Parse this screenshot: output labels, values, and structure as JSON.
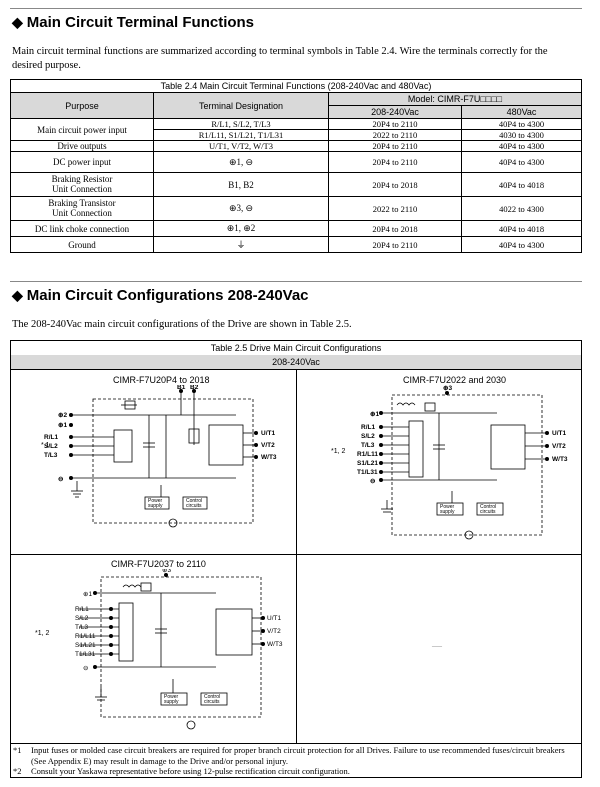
{
  "sections": {
    "s1_title": "Main Circuit Terminal Functions",
    "s1_text": "Main circuit terminal functions are summarized according to terminal symbols in Table 2.4. Wire the terminals correctly for the desired purpose.",
    "s2_title": "Main Circuit Configurations 208-240Vac",
    "s2_text": "The 208-240Vac main circuit configurations of the Drive are shown in Table 2.5."
  },
  "table24": {
    "caption": "Table 2.4   Main Circuit Terminal Functions (208-240Vac and 480Vac)",
    "col_purpose": "Purpose",
    "col_terminal": "Terminal Designation",
    "col_model": "Model: CIMR-F7U□□□□",
    "col_v208": "208-240Vac",
    "col_v480": "480Vac",
    "rows": [
      {
        "purpose": "Main circuit power input",
        "terminals": [
          "R/L1, S/L2, T/L3",
          "R1/L11, S1/L21, T1/L31"
        ],
        "v208": [
          "20P4 to 2110",
          "2022 to 2110"
        ],
        "v480": [
          "40P4 to 4300",
          "4030 to 4300"
        ]
      },
      {
        "purpose": "Drive outputs",
        "terminals": [
          "U/T1, V/T2, W/T3"
        ],
        "v208": [
          "20P4 to 2110"
        ],
        "v480": [
          "40P4 to 4300"
        ]
      },
      {
        "purpose": "DC power input",
        "terminals": [
          "⊕1, ⊖"
        ],
        "v208": [
          "20P4 to 2110"
        ],
        "v480": [
          "40P4 to 4300"
        ]
      },
      {
        "purpose": "Braking Resistor\nUnit Connection",
        "terminals": [
          "B1, B2"
        ],
        "v208": [
          "20P4 to 2018"
        ],
        "v480": [
          "40P4 to 4018"
        ]
      },
      {
        "purpose": "Braking Transistor\nUnit Connection",
        "terminals": [
          "⊕3, ⊖"
        ],
        "v208": [
          "2022 to 2110"
        ],
        "v480": [
          "4022 to 4300"
        ]
      },
      {
        "purpose": "DC link choke connection",
        "terminals": [
          "⊕1, ⊕2"
        ],
        "v208": [
          "20P4 to 2018"
        ],
        "v480": [
          "40P4 to 4018"
        ]
      },
      {
        "purpose": "Ground",
        "terminals": [
          "⏚"
        ],
        "v208": [
          "20P4 to 2110"
        ],
        "v480": [
          "40P4 to 4300"
        ]
      }
    ]
  },
  "table25": {
    "caption": "Table 2.5  Drive Main Circuit Configurations",
    "sub": "208-240Vac",
    "d1_title": "CIMR-F7U20P4 to 2018",
    "d2_title": "CIMR-F7U2022 and 2030",
    "d3_title": "CIMR-F7U2037 to 2110",
    "empty_mark": "—",
    "labels": {
      "b1": "B1",
      "b2": "B2",
      "p2": "⊕2",
      "p1": "⊕1",
      "p3": "⊕3",
      "neg": "⊖",
      "rl1": "R/L1",
      "sl2": "S/L2",
      "tl3": "T/L3",
      "r1l11": "R1/L11",
      "s1l21": "S1/L21",
      "t1l31": "T1/L31",
      "ut1": "U/T1",
      "vt2": "V/T2",
      "wt3": "W/T3",
      "ps1": "Power",
      "ps2": "supply",
      "cc1": "Control",
      "cc2": "circuits",
      "n1": "* 1",
      "n12": "*1, 2"
    },
    "notes": [
      {
        "k": "*1",
        "t": "Input fuses or molded case circuit breakers are required for proper branch circuit protection for all Drives. Failure to use recommended fuses/circuit breakers (See Appendix E) may result in damage to the Drive and/or personal injury."
      },
      {
        "k": "*2",
        "t": "Consult your Yaskawa representative before using 12-pulse rectification circuit configuration."
      }
    ]
  }
}
